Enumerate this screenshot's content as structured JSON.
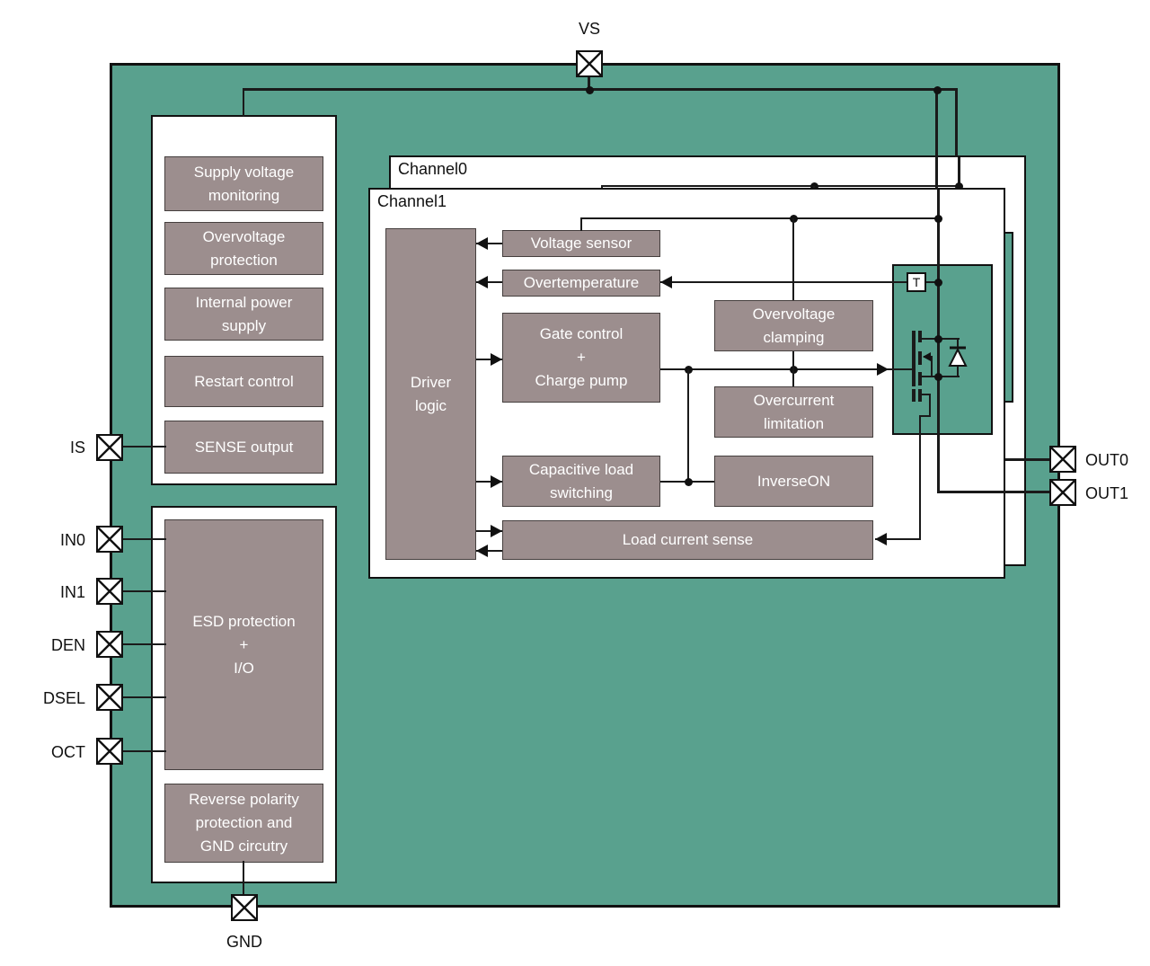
{
  "colors": {
    "chip_green": "#59a18e",
    "block_fill": "#9c8e8e",
    "block_text": "#ffffff",
    "line_color": "#1a1a1a",
    "background": "#ffffff"
  },
  "pins": {
    "vs": "VS",
    "gnd": "GND",
    "left": [
      "IS",
      "IN0",
      "IN1",
      "DEN",
      "DSEL",
      "OCT"
    ],
    "right": [
      "OUT0",
      "OUT1"
    ]
  },
  "left_column": {
    "blocks": [
      {
        "lines": [
          "Supply voltage",
          "monitoring"
        ]
      },
      {
        "lines": [
          "Overvoltage",
          "protection"
        ]
      },
      {
        "lines": [
          "Internal power",
          "supply"
        ]
      },
      {
        "lines": [
          "Restart control"
        ]
      },
      {
        "lines": [
          "SENSE output"
        ]
      }
    ]
  },
  "io_column": {
    "esd_block": {
      "lines": [
        "ESD protection",
        "+",
        "I/O"
      ]
    },
    "reverse_block": {
      "lines": [
        "Reverse polarity",
        "protection and",
        "GND circutry"
      ]
    }
  },
  "channels": [
    {
      "label": "Channel0"
    },
    {
      "label": "Channel1"
    }
  ],
  "channel_blocks": {
    "driver_logic": {
      "lines": [
        "Driver",
        "logic"
      ]
    },
    "voltage_sensor": {
      "lines": [
        "Voltage sensor"
      ]
    },
    "overtemperature": {
      "lines": [
        "Overtemperature"
      ]
    },
    "gate_control": {
      "lines": [
        "Gate control",
        "+",
        "Charge pump"
      ]
    },
    "capacitive_load": {
      "lines": [
        "Capacitive load",
        "switching"
      ]
    },
    "load_current_sense": {
      "lines": [
        "Load current sense"
      ]
    },
    "overvoltage_clamping": {
      "lines": [
        "Overvoltage",
        "clamping"
      ]
    },
    "overcurrent_limitation": {
      "lines": [
        "Overcurrent",
        "limitation"
      ]
    },
    "inverse_on": {
      "lines": [
        "InverseON"
      ]
    },
    "temp_sensor": {
      "label": "T"
    }
  }
}
